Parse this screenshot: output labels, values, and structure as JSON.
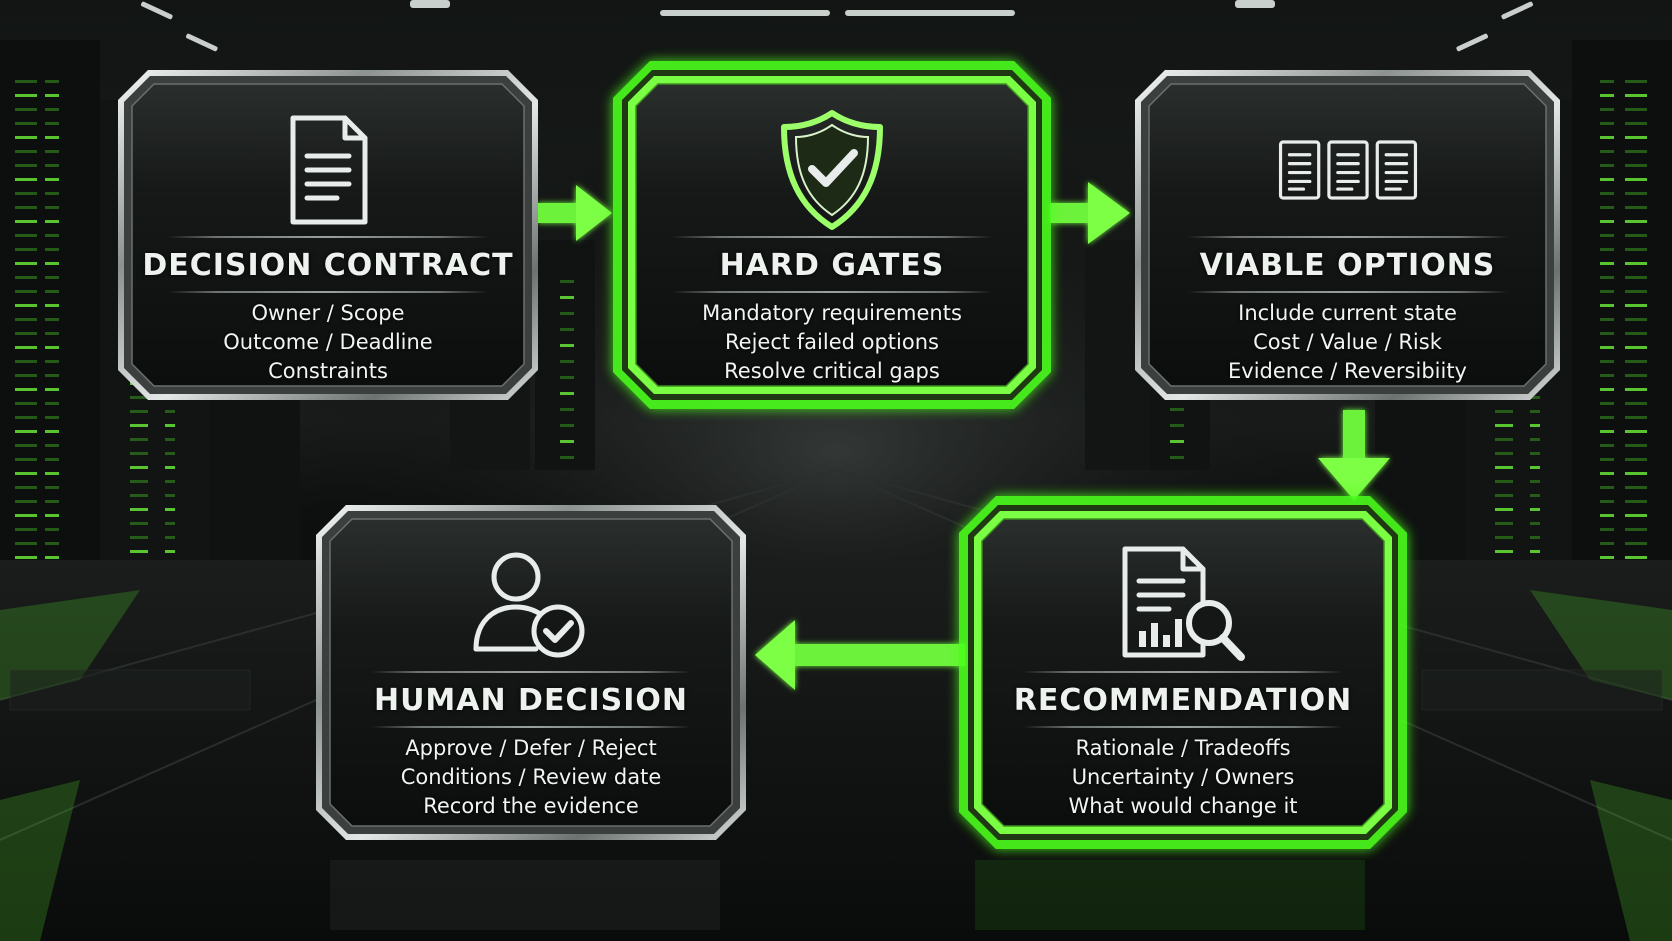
{
  "diagram": {
    "steps": [
      {
        "id": "decision-contract",
        "title": "DECISION CONTRACT",
        "icon": "document-icon",
        "highlighted": false,
        "lines": [
          "Owner / Scope",
          "Outcome / Deadline",
          "Constraints"
        ]
      },
      {
        "id": "hard-gates",
        "title": "HARD GATES",
        "icon": "shield-check-icon",
        "highlighted": true,
        "lines": [
          "Mandatory requirements",
          "Reject failed options",
          "Resolve critical gaps"
        ]
      },
      {
        "id": "viable-options",
        "title": "VIABLE OPTIONS",
        "icon": "three-documents-icon",
        "highlighted": false,
        "lines": [
          "Include current state",
          "Cost / Value / Risk",
          "Evidence / Reversibiity"
        ]
      },
      {
        "id": "recommendation",
        "title": "RECOMMENDATION",
        "icon": "report-magnifier-icon",
        "highlighted": true,
        "lines": [
          "Rationale / Tradeoffs",
          "Uncertainty / Owners",
          "What would change it"
        ]
      },
      {
        "id": "human-decision",
        "title": "HUMAN DECISION",
        "icon": "user-check-icon",
        "highlighted": false,
        "lines": [
          "Approve / Defer / Reject",
          "Conditions / Review date",
          "Record the evidence"
        ]
      }
    ],
    "flow": [
      {
        "from": "decision-contract",
        "to": "hard-gates"
      },
      {
        "from": "hard-gates",
        "to": "viable-options"
      },
      {
        "from": "viable-options",
        "to": "recommendation"
      },
      {
        "from": "recommendation",
        "to": "human-decision"
      }
    ],
    "colors": {
      "accent_green": "#6cf23a",
      "glow_green": "#4cff1a",
      "frame_silver": "#c9cfcc",
      "panel_dark": "#151817",
      "text": "#f2f4f3"
    }
  }
}
